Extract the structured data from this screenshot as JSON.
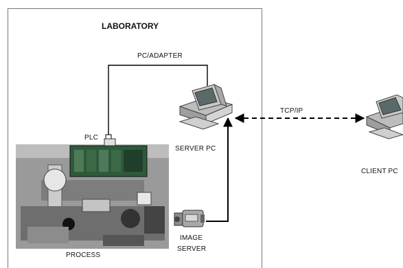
{
  "diagram": {
    "lab_title": "LABORATORY",
    "link_pc_adapter": "PC/ADAPTER",
    "link_tcpip": "TCP/IP",
    "nodes": {
      "plc": "PLC",
      "server_pc": "SERVER PC",
      "client_pc": "CLIENT PC",
      "image_server_line1": "IMAGE",
      "image_server_line2": "SERVER",
      "process": "PROCESS"
    }
  },
  "colors": {
    "line": "#000000",
    "panel_gray": "#9a9a9a",
    "computer_body": "#c8c8c8",
    "plc_green": "#2f5a3a"
  }
}
